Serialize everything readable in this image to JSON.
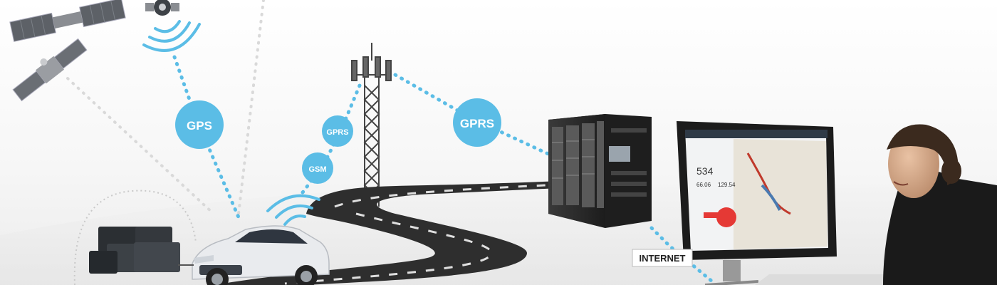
{
  "labels": {
    "gps": "GPS",
    "gprs_small": "GPRS",
    "gsm": "GSM",
    "gprs_large": "GPRS",
    "internet": "INTERNET"
  },
  "dashboard": {
    "big_number": "534",
    "stat_a": "66.06",
    "stat_b": "129.54"
  },
  "colors": {
    "bubble": "#5bbde6",
    "dots": "#5bbde6",
    "road": "#2e2e2e",
    "server": "#2a2a2a",
    "car": "#e9ebee"
  },
  "icons": [
    "satellite-icon",
    "wifi-signal-icon",
    "cell-tower-icon",
    "server-rack-icon",
    "monitor-icon",
    "car-icon",
    "gps-tracker-device-icon",
    "person-icon"
  ]
}
